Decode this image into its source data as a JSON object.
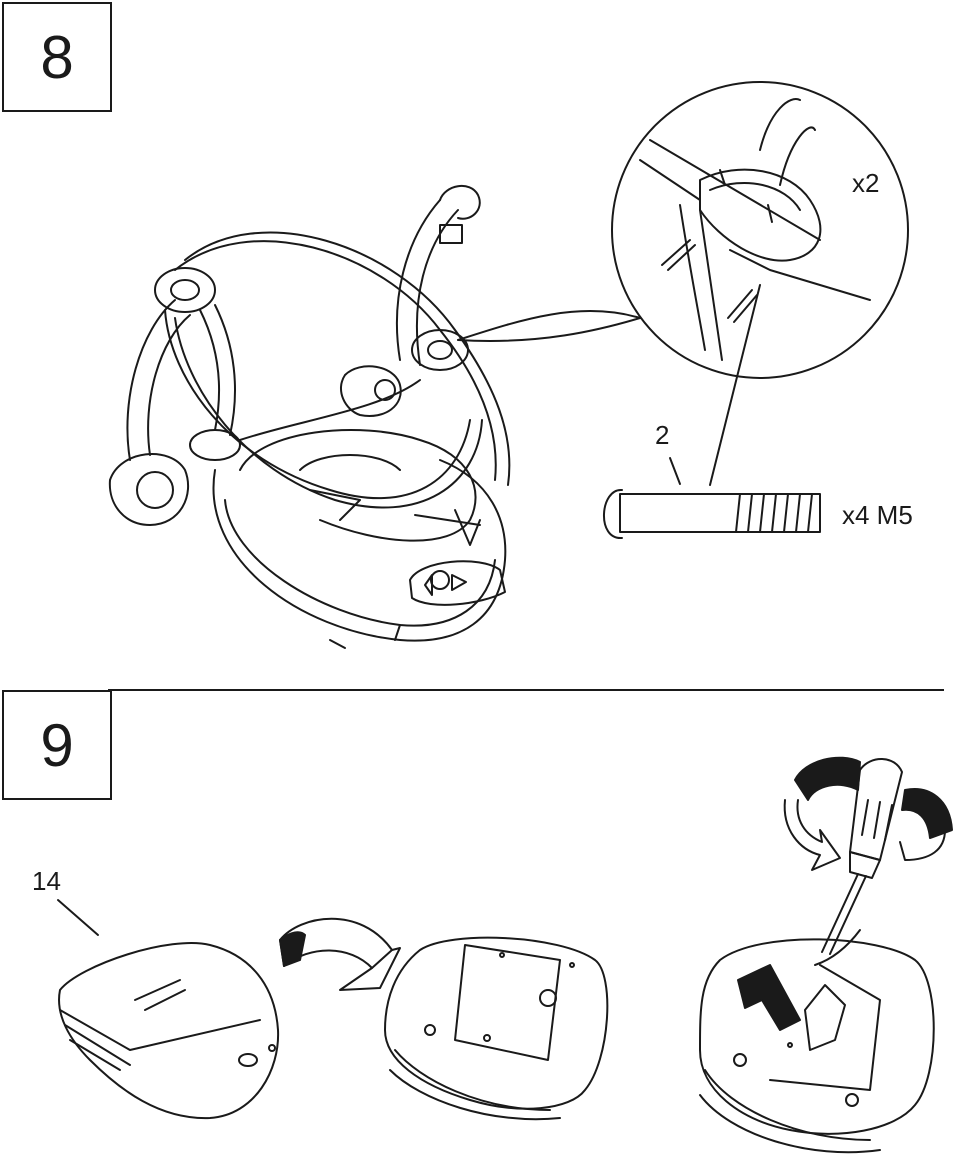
{
  "steps": [
    {
      "number": "8"
    },
    {
      "number": "9"
    }
  ],
  "callouts": {
    "detail_quantity": "x2",
    "screw_part_number": "2",
    "screw_spec": "x4 M5",
    "battery_cover_part_number": "14"
  }
}
